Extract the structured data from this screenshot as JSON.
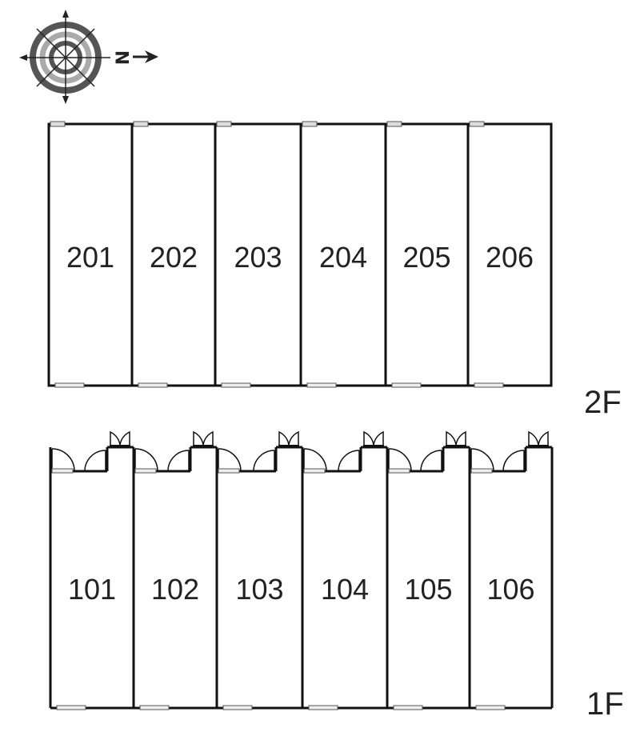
{
  "compass": {
    "north_label": "N",
    "icon": "compass-rose-icon"
  },
  "floors": [
    {
      "label": "2F",
      "units": [
        "201",
        "202",
        "203",
        "204",
        "205",
        "206"
      ]
    },
    {
      "label": "1F",
      "units": [
        "101",
        "102",
        "103",
        "104",
        "105",
        "106"
      ]
    }
  ]
}
